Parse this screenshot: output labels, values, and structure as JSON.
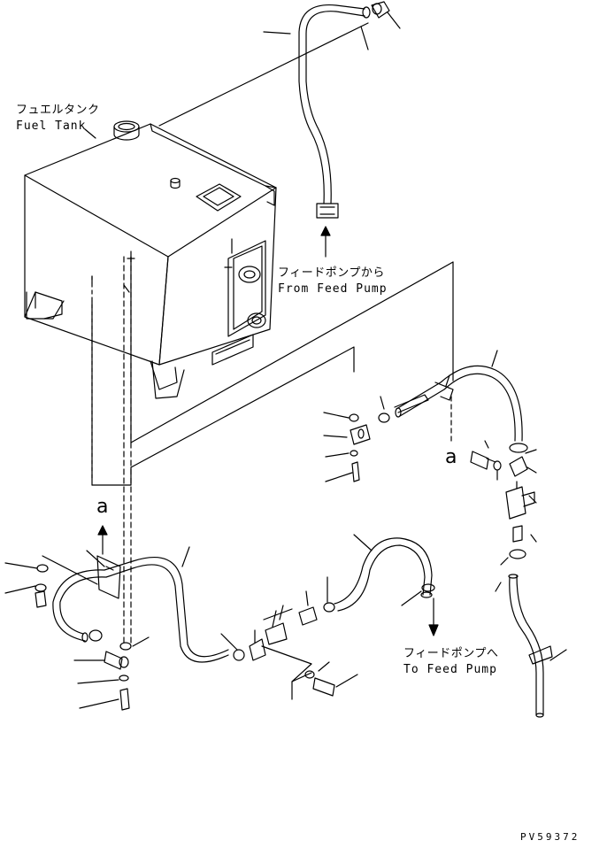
{
  "labels": {
    "fuel_tank_jp": "フュエルタンク",
    "fuel_tank_en": "Fuel Tank",
    "from_feed_pump_jp": "フィードポンプから",
    "from_feed_pump_en": "From Feed Pump",
    "to_feed_pump_jp": "フィードポンプへ",
    "to_feed_pump_en": "To Feed Pump",
    "ref_a_1": "a",
    "ref_a_2": "a",
    "drawing_code": "PV59372"
  },
  "colors": {
    "line": "#000000",
    "background": "#ffffff"
  }
}
